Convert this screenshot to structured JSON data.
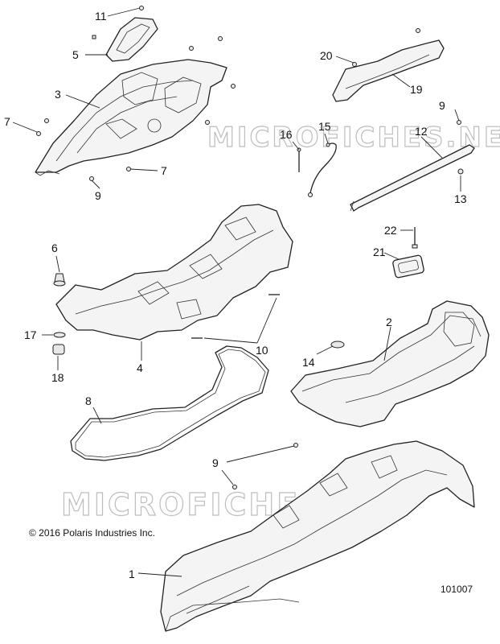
{
  "callouts": [
    {
      "id": "c11",
      "label": "11"
    },
    {
      "id": "c5",
      "label": "5"
    },
    {
      "id": "c3",
      "label": "3"
    },
    {
      "id": "c7a",
      "label": "7"
    },
    {
      "id": "c7b",
      "label": "7"
    },
    {
      "id": "c9a",
      "label": "9"
    },
    {
      "id": "c20",
      "label": "20"
    },
    {
      "id": "c19",
      "label": "19"
    },
    {
      "id": "c9b",
      "label": "9"
    },
    {
      "id": "c16",
      "label": "16"
    },
    {
      "id": "c15",
      "label": "15"
    },
    {
      "id": "c12",
      "label": "12"
    },
    {
      "id": "c13",
      "label": "13"
    },
    {
      "id": "c22",
      "label": "22"
    },
    {
      "id": "c21",
      "label": "21"
    },
    {
      "id": "c6",
      "label": "6"
    },
    {
      "id": "c17",
      "label": "17"
    },
    {
      "id": "c18",
      "label": "18"
    },
    {
      "id": "c4",
      "label": "4"
    },
    {
      "id": "c10",
      "label": "10"
    },
    {
      "id": "c2",
      "label": "2"
    },
    {
      "id": "c14",
      "label": "14"
    },
    {
      "id": "c8",
      "label": "8"
    },
    {
      "id": "c9c",
      "label": "9"
    },
    {
      "id": "c1",
      "label": "1"
    }
  ],
  "copyright": "© 2016 Polaris Industries Inc.",
  "diagram_number": "101007",
  "watermark": "MICROFICHES.NET"
}
